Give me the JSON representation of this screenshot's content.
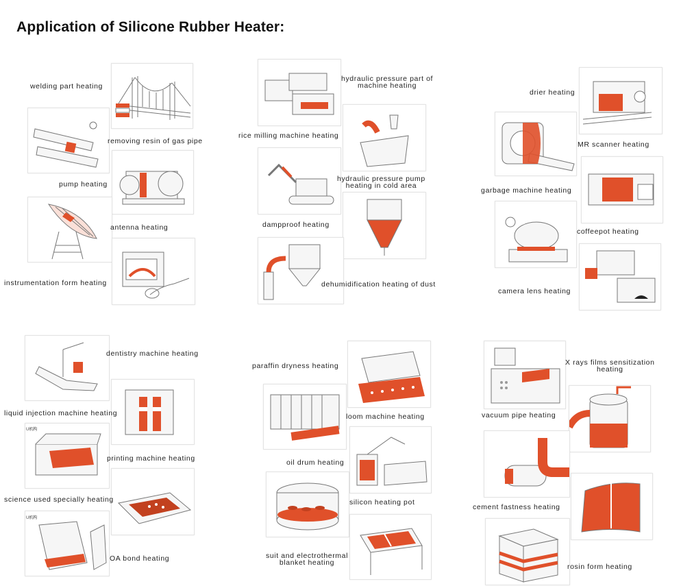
{
  "title": "Application of Silicone Rubber Heater:",
  "accent_color": "#e0502a",
  "labels": {
    "welding": "welding part heating",
    "resin": "removing resin of gas pipe",
    "pump": "pump heating",
    "antenna": "antenna heating",
    "instrument": "instrumentation form heating",
    "hydraulic_part_1": "hydraulic pressure part of",
    "hydraulic_part_2": "machine heating",
    "rice": "rice milling machine heating",
    "hydraulic_pump_1": "hydraulic pressure pump",
    "hydraulic_pump_2": "heating in cold area",
    "dampproof": "dampproof heating",
    "dehumid": "dehumidification heating of dust",
    "drier": "drier heating",
    "mr": "MR scanner heating",
    "garbage": "garbage machine heating",
    "coffee": "coffeepot heating",
    "camera": "camera lens heating",
    "dentistry": "dentistry machine heating",
    "liquid": "liquid injection machine heating",
    "printing": "printing machine heating",
    "science": "science used specially heating",
    "oa": "OA bond heating",
    "paraffin": "paraffin dryness heating",
    "loom": "loom machine heating",
    "oil": "oil drum heating",
    "silicon_pot": "silicon heating pot",
    "suit_1": "suit and electrothermal",
    "suit_2": "blanket heating",
    "xray_1": "X rays films sensitization",
    "xray_2": "heating",
    "vacuum": "vacuum pipe heating",
    "cement": "cement fastness heating",
    "rosin": "rosin form heating"
  },
  "tiny_labels": {
    "printer": "U机构",
    "oa": "U机构"
  }
}
